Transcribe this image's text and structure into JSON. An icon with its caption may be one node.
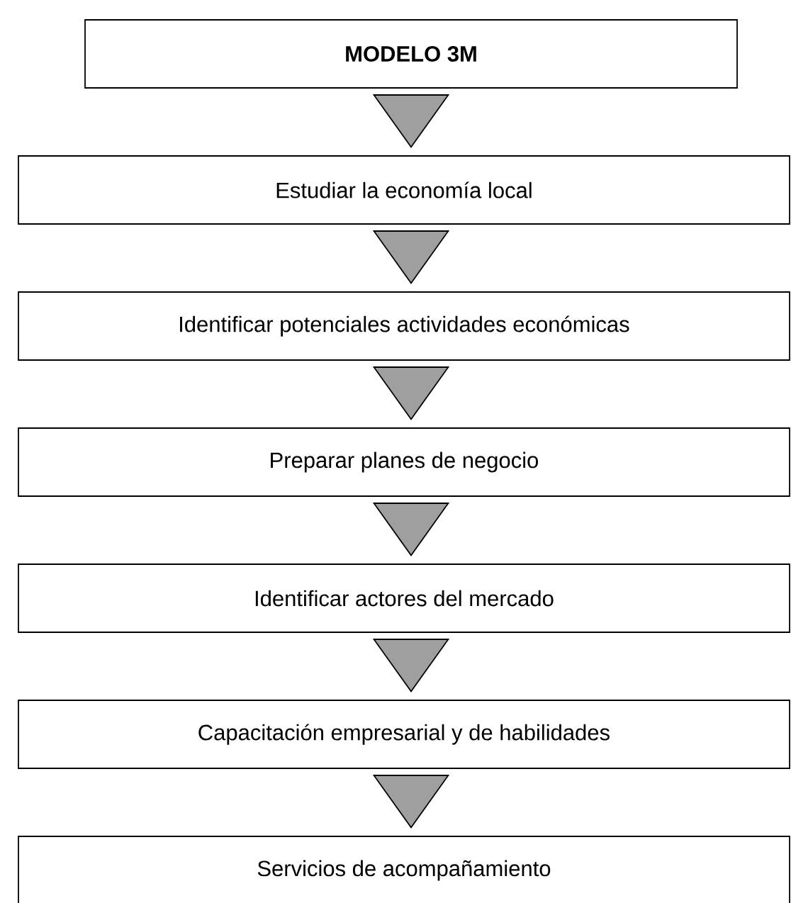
{
  "diagram": {
    "nodes": [
      {
        "text": [
          "**MODELO 3M**"
        ]
      },
      {
        "text": [
          "Estudiar la economía local"
        ]
      },
      {
        "text": [
          "Identificar potenciales actividades económicas"
        ]
      },
      {
        "text": [
          "Preparar planes de negocio"
        ]
      },
      {
        "text": [
          "Identificar actores del mercado"
        ]
      },
      {
        "text": [
          "Capacitación empresarial y de habilidades"
        ]
      },
      {
        "text": [
          "Servicios de acompañamiento"
        ]
      }
    ],
    "edges": [
      {
        "from": 0,
        "to": 1,
        "arrow": "to"
      },
      {
        "from": 1,
        "to": 2,
        "arrow": "to"
      },
      {
        "from": 2,
        "to": 3,
        "arrow": "to"
      },
      {
        "from": 3,
        "to": 4,
        "arrow": "to"
      },
      {
        "from": 4,
        "to": 5,
        "arrow": "to"
      },
      {
        "from": 5,
        "to": 6,
        "arrow": "to"
      }
    ]
  }
}
